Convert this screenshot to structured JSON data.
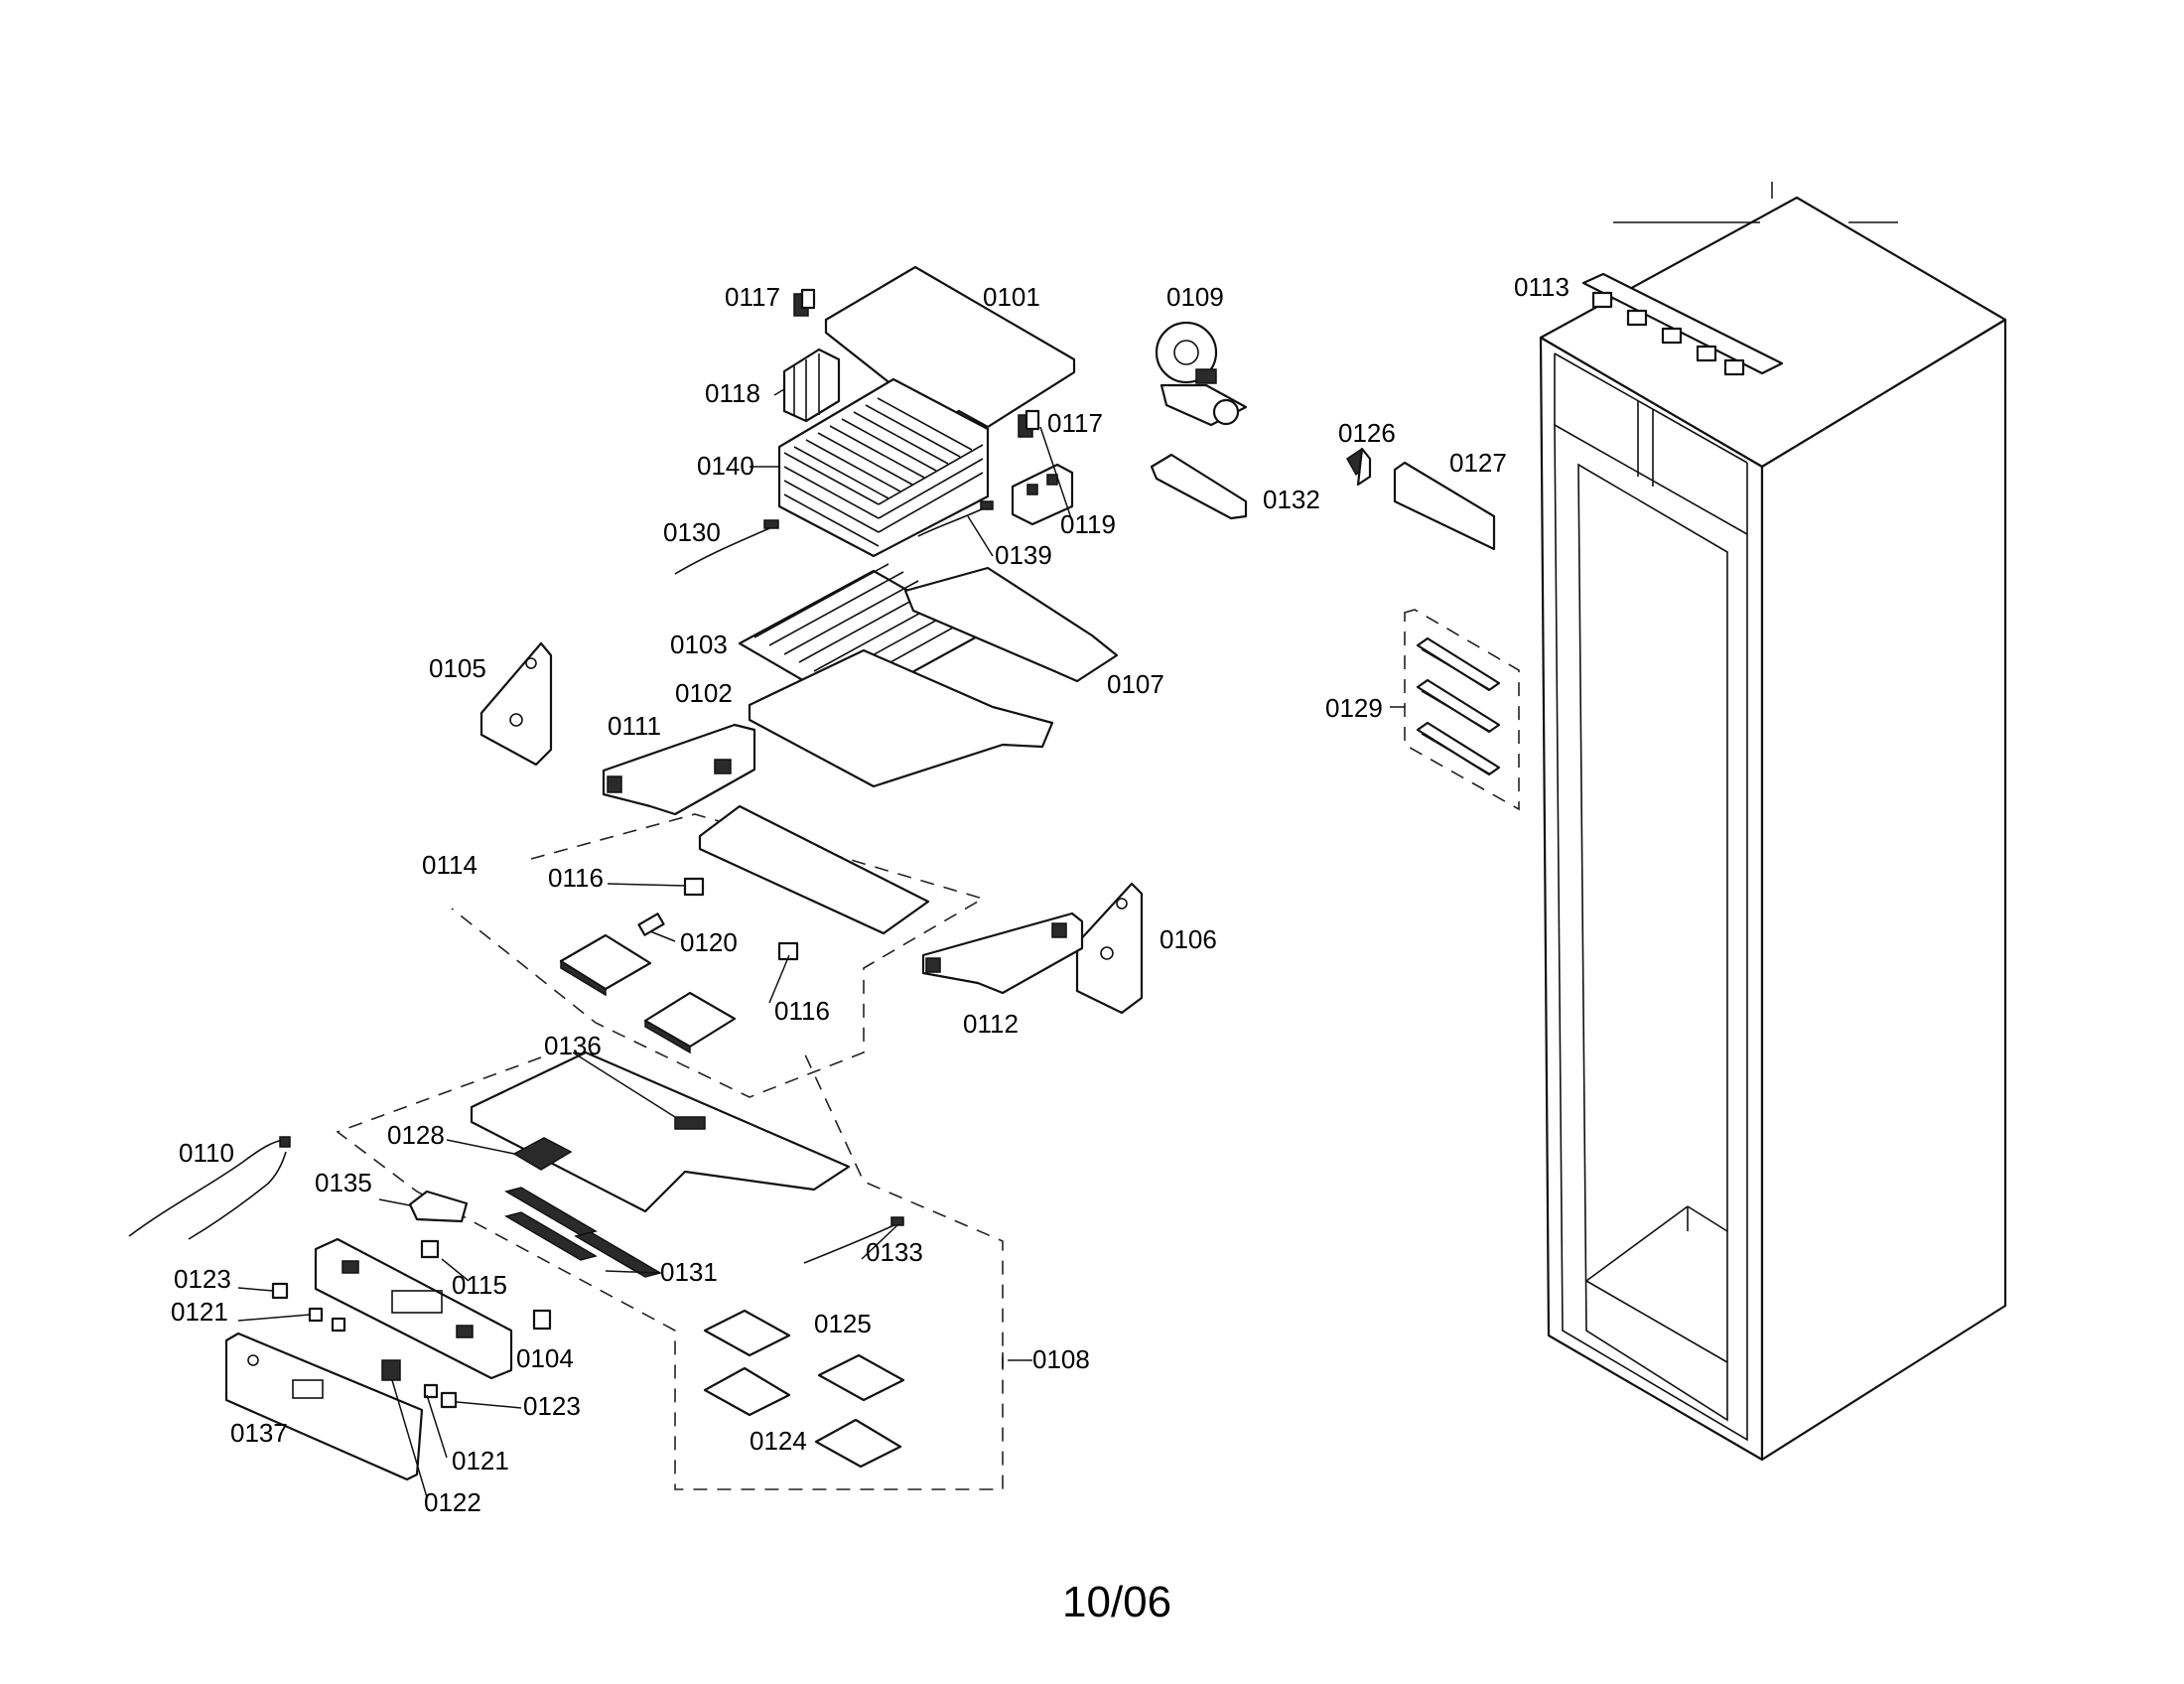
{
  "footer": "10/06",
  "part_labels": [
    {
      "key": "p0101",
      "text": "0101"
    },
    {
      "key": "p0102",
      "text": "0102"
    },
    {
      "key": "p0103",
      "text": "0103"
    },
    {
      "key": "p0104",
      "text": "0104"
    },
    {
      "key": "p0105",
      "text": "0105"
    },
    {
      "key": "p0106",
      "text": "0106"
    },
    {
      "key": "p0107",
      "text": "0107"
    },
    {
      "key": "p0108",
      "text": "0108"
    },
    {
      "key": "p0109",
      "text": "0109"
    },
    {
      "key": "p0110",
      "text": "0110"
    },
    {
      "key": "p0111",
      "text": "0111"
    },
    {
      "key": "p0112",
      "text": "0112"
    },
    {
      "key": "p0113",
      "text": "0113"
    },
    {
      "key": "p0114",
      "text": "0114"
    },
    {
      "key": "p0115",
      "text": "0115"
    },
    {
      "key": "p0116a",
      "text": "0116"
    },
    {
      "key": "p0116b",
      "text": "0116"
    },
    {
      "key": "p0117a",
      "text": "0117"
    },
    {
      "key": "p0117b",
      "text": "0117"
    },
    {
      "key": "p0118",
      "text": "0118"
    },
    {
      "key": "p0119",
      "text": "0119"
    },
    {
      "key": "p0120",
      "text": "0120"
    },
    {
      "key": "p0121a",
      "text": "0121"
    },
    {
      "key": "p0121b",
      "text": "0121"
    },
    {
      "key": "p0122",
      "text": "0122"
    },
    {
      "key": "p0123a",
      "text": "0123"
    },
    {
      "key": "p0123b",
      "text": "0123"
    },
    {
      "key": "p0124",
      "text": "0124"
    },
    {
      "key": "p0125",
      "text": "0125"
    },
    {
      "key": "p0126",
      "text": "0126"
    },
    {
      "key": "p0127",
      "text": "0127"
    },
    {
      "key": "p0128",
      "text": "0128"
    },
    {
      "key": "p0129",
      "text": "0129"
    },
    {
      "key": "p0130",
      "text": "0130"
    },
    {
      "key": "p0131",
      "text": "0131"
    },
    {
      "key": "p0132",
      "text": "0132"
    },
    {
      "key": "p0133",
      "text": "0133"
    },
    {
      "key": "p0135",
      "text": "0135"
    },
    {
      "key": "p0136",
      "text": "0136"
    },
    {
      "key": "p0137",
      "text": "0137"
    },
    {
      "key": "p0139",
      "text": "0139"
    },
    {
      "key": "p0140",
      "text": "0140"
    }
  ]
}
